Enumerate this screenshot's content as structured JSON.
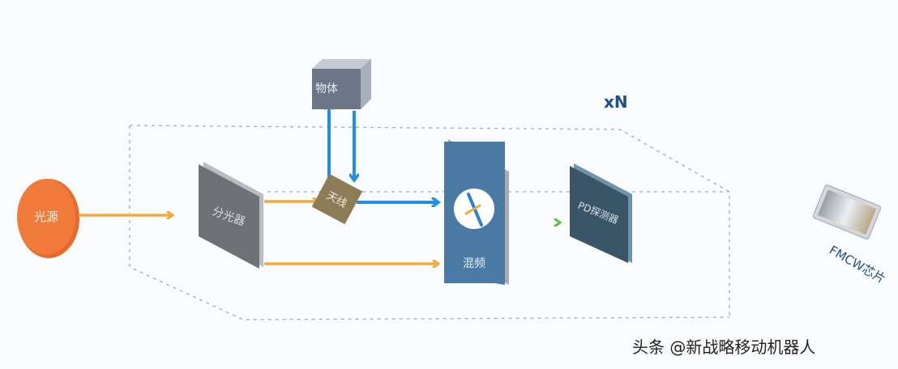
{
  "labels": {
    "light_source": "光源",
    "splitter": "分光器",
    "antenna": "天线",
    "object": "物体",
    "mixer": "混频",
    "pd_detector": "PD探测器",
    "multiplier": "xN",
    "chip": "FMCW芯片"
  },
  "watermark": "头条 @新战略移动机器人",
  "colors": {
    "light_source": "#e8692a",
    "optical_path": "#f2a93b",
    "reflected_path": "#1e90e6",
    "detected_path": "#5cc236",
    "mixer": "#4b7aa5",
    "pd_detector": "#3b5568",
    "antenna": "#8c7d58",
    "multiplier_text": "#1f4e8c"
  }
}
